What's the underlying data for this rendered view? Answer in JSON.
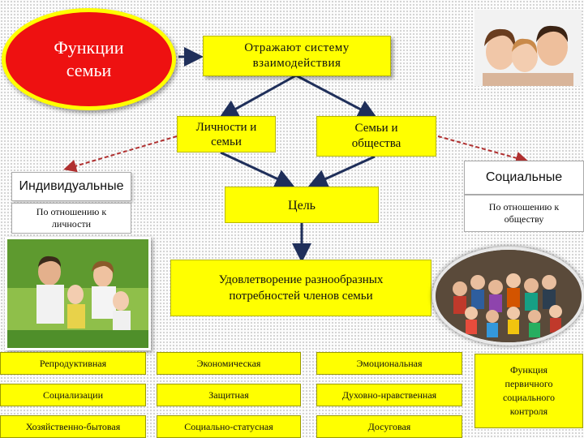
{
  "title": "Функции\nсемьи",
  "system_box": "Отражают систему\nвзаимодействия",
  "personal_family": "Личности и\nсемьи",
  "family_society": "Семьи и\nобщества",
  "individual": "Индивидуальные",
  "individual_sub": "По отношению к\nличности",
  "social": "Социальные",
  "social_sub": "По отношению к\nобществу",
  "goal": "Цель",
  "satisfaction": "Удовлетворение разнообразных\nпотребностей членов семьи",
  "functions": [
    "Репродуктивная",
    "Экономическая",
    "Эмоциональная",
    "Социализации",
    "Защитная",
    "Духовно-нравственная",
    "Хозяйственно-бытовая",
    "Социально-статусная",
    "Досуговая"
  ],
  "control": "Функция\nпервичного\nсоциального\nконтроля",
  "colors": {
    "yellow": "#ffff00",
    "red": "#ee1111",
    "arrow_blue": "#1f2f5a",
    "dashed_red": "#c0392b"
  }
}
